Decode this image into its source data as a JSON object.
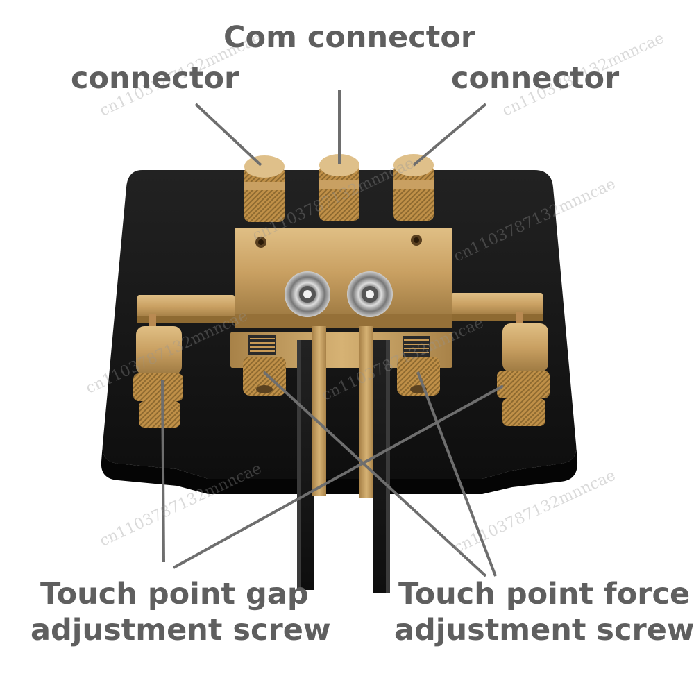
{
  "labels": {
    "left_connector": "connector",
    "com_connector": "Com connector",
    "right_connector": "connector",
    "gap_screw_line1": "Touch point gap",
    "gap_screw_line2": "adjustment screw",
    "force_screw_line1": "Touch point force",
    "force_screw_line2": "adjustment screw"
  },
  "watermark": "cn1103787132mnncae",
  "colors": {
    "label_text": "#5f5f5f",
    "leader_line": "#6e6e6e",
    "base_plate": "#161616",
    "brass": "#c9a062",
    "paddle": "#0c0c0c"
  }
}
